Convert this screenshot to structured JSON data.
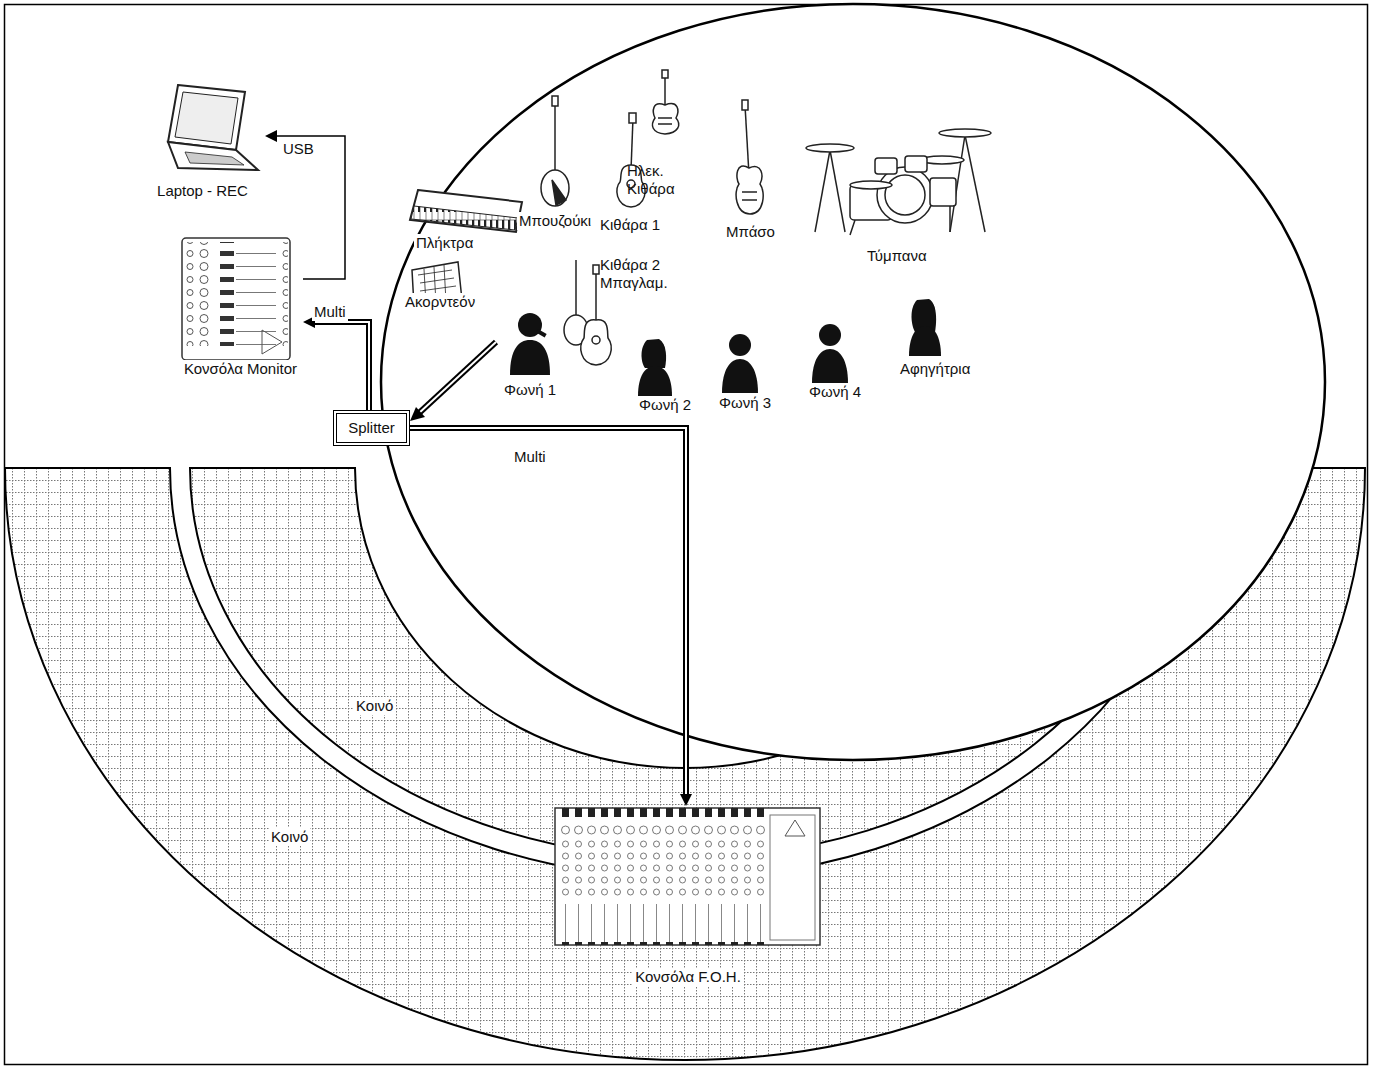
{
  "diagram": {
    "nodes": [
      {
        "text": [
          "Laptop - REC"
        ]
      },
      {
        "text": [
          "Κονσόλα Monitor"
        ]
      },
      {
        "text": [
          "Splitter"
        ]
      },
      {
        "text": [
          "Κονσόλα F.O.H."
        ]
      }
    ],
    "edges": [
      {
        "from": 1,
        "to": 0,
        "label": "USB",
        "arrow": "to"
      },
      {
        "from": 2,
        "to": 1,
        "label": "Multi",
        "arrow": "to"
      },
      {
        "from": 2,
        "to": 3,
        "label": "Multi",
        "arrow": "to"
      }
    ],
    "labels": [
      "Πλήκτρα",
      "Μπουζούκι",
      "Κιθάρα 1",
      "Ηλεκ. Κιθάρα",
      "Μπάσο",
      "Τύμπανα",
      "Ακορντεόν",
      "Κιθάρα 2 Μπαγλαμ.",
      "Φωνή 1",
      "Φωνή 2",
      "Φωνή 3",
      "Φωνή 4",
      "Αφηγήτρια",
      "Κοινό",
      "Κοινό"
    ]
  }
}
